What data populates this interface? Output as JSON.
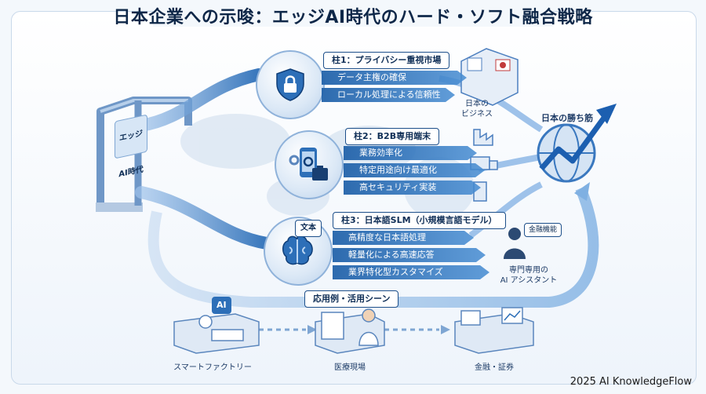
{
  "title": "日本企業への示唆：エッジAI時代のハード・ソフト融合戦略",
  "gate_label": "エッジAI時代",
  "pillars": [
    {
      "heading": "柱1：プライバシー重視市場",
      "items": [
        "データ主権の確保",
        "ローカル処理による信頼性"
      ],
      "icon": "shield-lock-icon"
    },
    {
      "heading": "柱2：B2B専用端末",
      "items": [
        "業務効率化",
        "特定用途向け最適化",
        "高セキュリティ実装"
      ],
      "icon": "smartphone-gear-icon"
    },
    {
      "heading": "柱3：日本語SLM（小規模言語モデル）",
      "items": [
        "高精度な日本語処理",
        "軽量化による高速応答",
        "業界特化型カスタマイズ"
      ],
      "icon": "brain-icon",
      "badge": "文本"
    }
  ],
  "targets": {
    "japan_business": "日本の\nビジネス",
    "winning": "日本の勝ち筋",
    "finance_function": "金融機能",
    "assistant": "専門専用の\nAI アシスタント"
  },
  "use_cases": {
    "heading": "応用例・活用シーン",
    "items": [
      "スマートファクトリー",
      "医療現場",
      "金融・証券"
    ],
    "ai_badge": "AI"
  },
  "footer": "2025 AI KnowledgeFlow"
}
